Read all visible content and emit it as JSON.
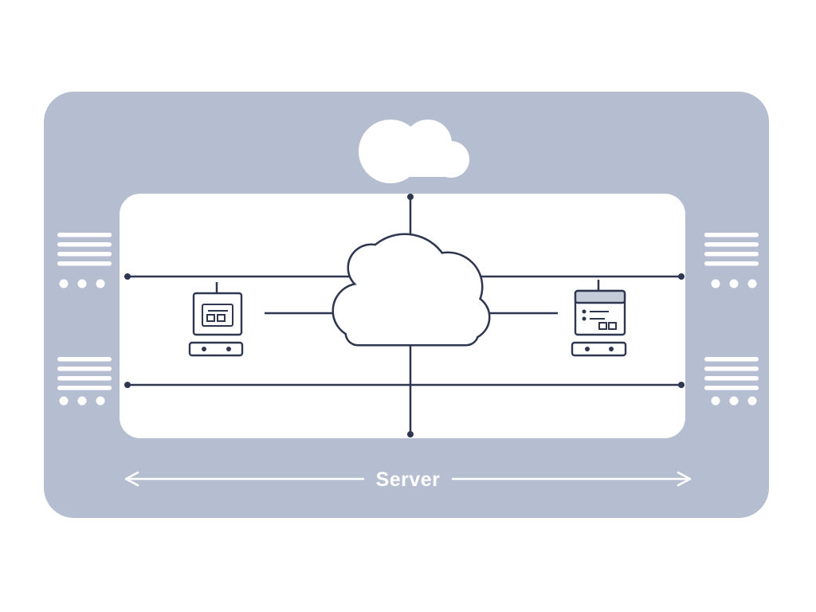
{
  "diagram": {
    "bottom_label": "Server",
    "nodes": {
      "center": "cloud",
      "left": "workstation-device",
      "right": "server-panel-device"
    }
  },
  "colors": {
    "panel": "#b5bdd0",
    "ink": "#2e3650",
    "accent": "#c4cbd9",
    "white": "#ffffff"
  }
}
